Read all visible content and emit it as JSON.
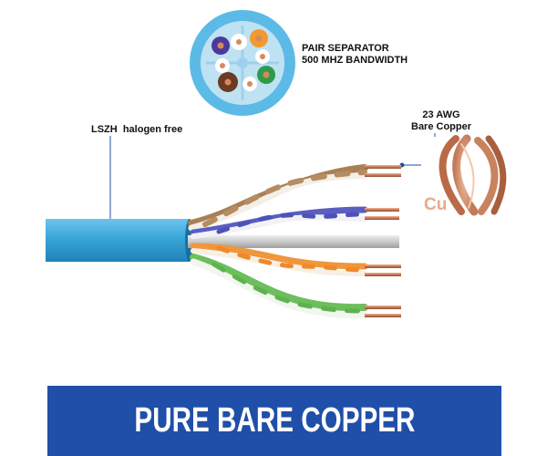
{
  "labels": {
    "pair_separator_line1": "PAIR SEPARATOR",
    "pair_separator_line2": "500 MHZ BANDWIDTH",
    "awg_line1": "23 AWG",
    "awg_line2": "Bare Copper",
    "lszh": "LSZH  halogen free",
    "cu": "Cu"
  },
  "banner": {
    "text": "PURE BARE COPPER"
  },
  "colors": {
    "jacket": "#3aa6d8",
    "banner": "#1f4fa8",
    "copper": "#c87a55",
    "pair_brown": "#a98056",
    "pair_blue": "#5a5ec0",
    "pair_orange": "#f0963c",
    "pair_green": "#6cbf5c",
    "leader": "#1f4fa8"
  }
}
